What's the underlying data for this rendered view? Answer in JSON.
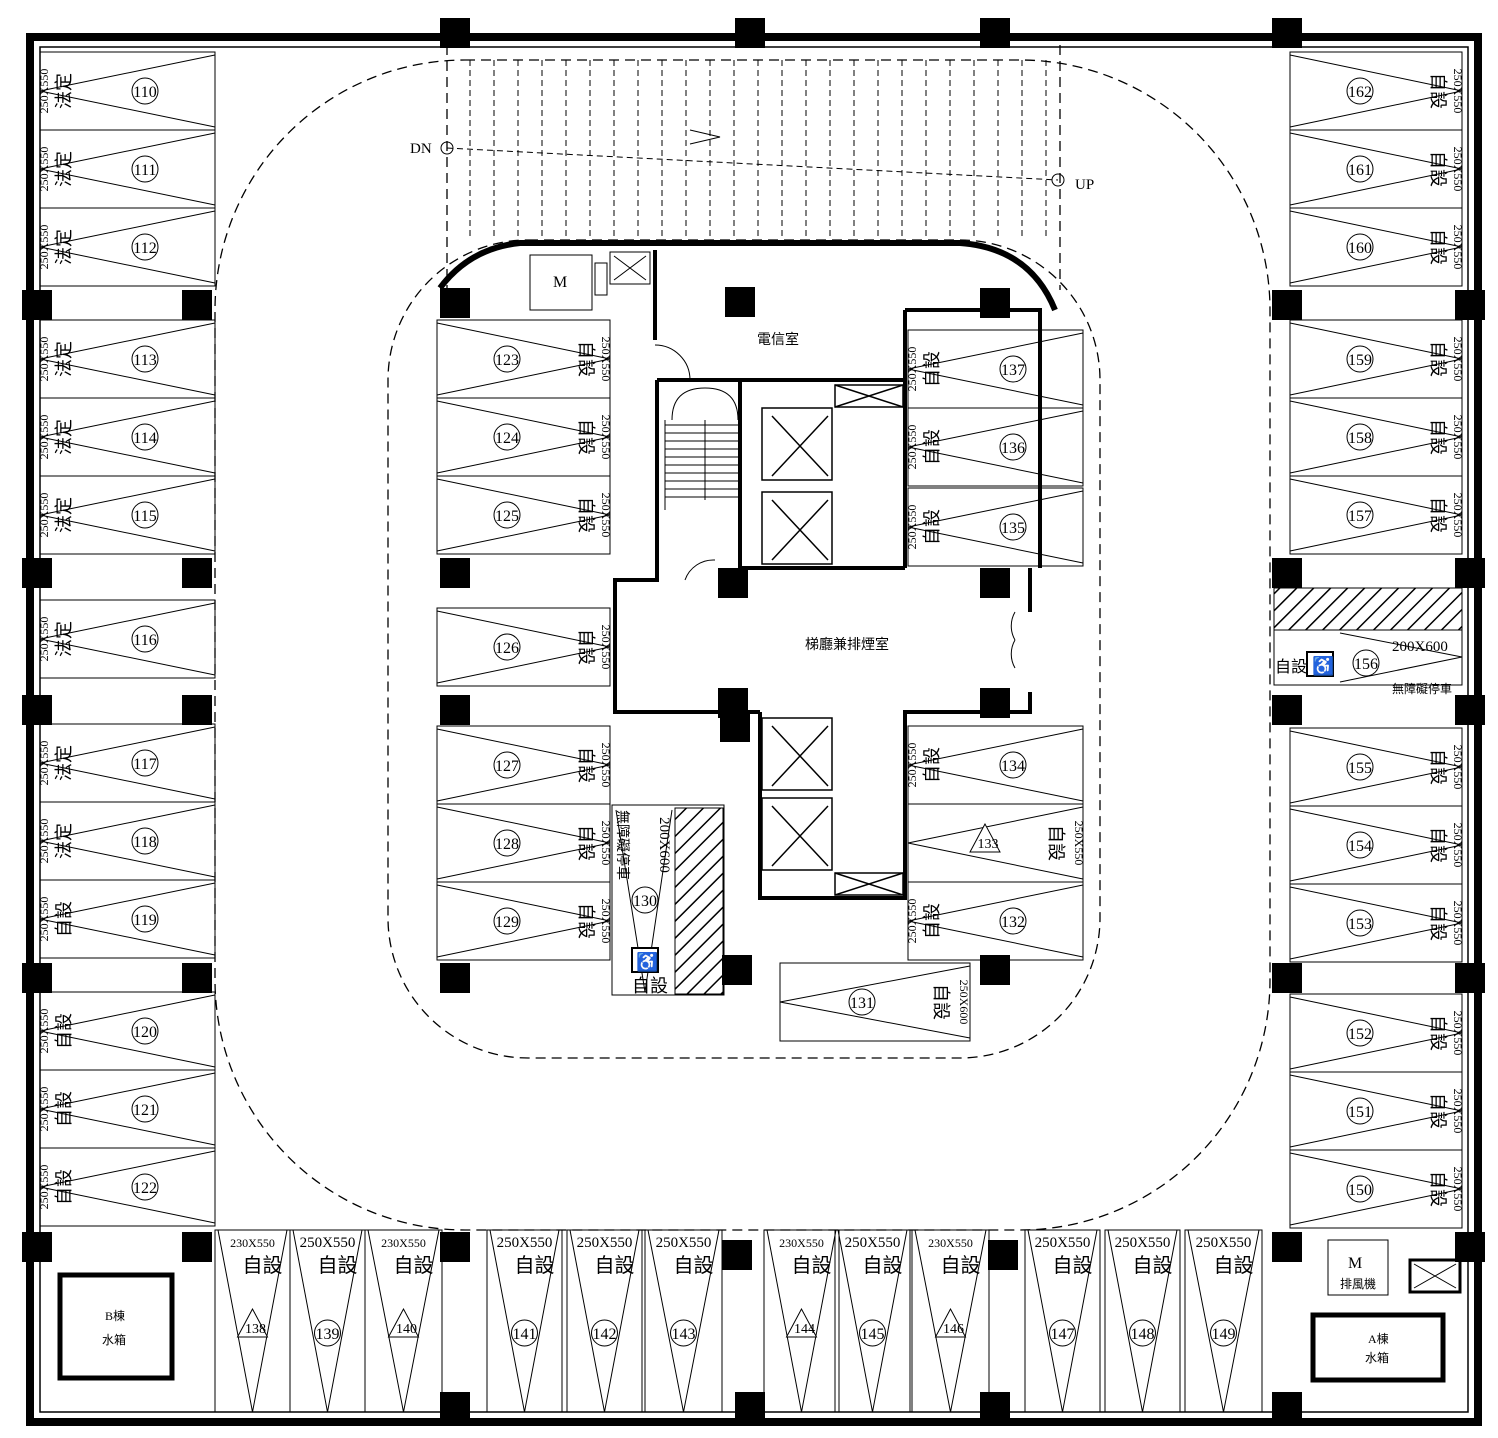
{
  "rooms": {
    "telecom": "電信室",
    "lobby": "梯廳兼排煙室",
    "motor": "M",
    "fan_motor": "M",
    "fan_label": "排風機",
    "tank_b": [
      "B棟",
      "水箱"
    ],
    "tank_a": [
      "A棟",
      "水箱"
    ]
  },
  "ramp": {
    "down": "DN",
    "up": "UP"
  },
  "accessible_label": "無障礙停車",
  "size_labels": {
    "std": "250X550",
    "small": "230X550",
    "large": "200X600",
    "large_alt": "250X600"
  },
  "type_labels": {
    "legal": "法定",
    "self": "自設"
  },
  "spaces": {
    "left": [
      {
        "no": "110",
        "type": "法定"
      },
      {
        "no": "111",
        "type": "法定"
      },
      {
        "no": "112",
        "type": "法定"
      },
      {
        "no": "113",
        "type": "法定"
      },
      {
        "no": "114",
        "type": "法定"
      },
      {
        "no": "115",
        "type": "法定"
      },
      {
        "no": "116",
        "type": "法定"
      },
      {
        "no": "117",
        "type": "法定"
      },
      {
        "no": "118",
        "type": "法定"
      },
      {
        "no": "119",
        "type": "自設"
      },
      {
        "no": "120",
        "type": "自設"
      },
      {
        "no": "121",
        "type": "自設"
      },
      {
        "no": "122",
        "type": "自設"
      }
    ],
    "inner_left": [
      {
        "no": "123",
        "type": "自設"
      },
      {
        "no": "124",
        "type": "自設"
      },
      {
        "no": "125",
        "type": "自設"
      },
      {
        "no": "126",
        "type": "自設"
      },
      {
        "no": "127",
        "type": "自設"
      },
      {
        "no": "128",
        "type": "自設"
      },
      {
        "no": "129",
        "type": "自設"
      }
    ],
    "accessible_130": {
      "no": "130",
      "type": "自設",
      "size": "200X600"
    },
    "space_131": {
      "no": "131",
      "type": "自設",
      "size": "250X600"
    },
    "inner_right": [
      {
        "no": "137",
        "type": "自設"
      },
      {
        "no": "136",
        "type": "自設"
      },
      {
        "no": "135",
        "type": "自設"
      },
      {
        "no": "134",
        "type": "自設"
      },
      {
        "no": "133",
        "type": "自設"
      },
      {
        "no": "132",
        "type": "自設"
      }
    ],
    "bottom": [
      {
        "no": "138",
        "type": "自設",
        "size": "230X550",
        "tri": true
      },
      {
        "no": "139",
        "type": "自設",
        "size": "250X550"
      },
      {
        "no": "140",
        "type": "自設",
        "size": "230X550",
        "tri": true
      },
      {
        "no": "141",
        "type": "自設",
        "size": "250X550"
      },
      {
        "no": "142",
        "type": "自設",
        "size": "250X550"
      },
      {
        "no": "143",
        "type": "自設",
        "size": "250X550"
      },
      {
        "no": "144",
        "type": "自設",
        "size": "230X550",
        "tri": true
      },
      {
        "no": "145",
        "type": "自設",
        "size": "250X550"
      },
      {
        "no": "146",
        "type": "自設",
        "size": "230X550",
        "tri": true
      },
      {
        "no": "147",
        "type": "自設",
        "size": "250X550"
      },
      {
        "no": "148",
        "type": "自設",
        "size": "250X550"
      },
      {
        "no": "149",
        "type": "自設",
        "size": "250X550"
      }
    ],
    "right": [
      {
        "no": "162",
        "type": "自設"
      },
      {
        "no": "161",
        "type": "自設"
      },
      {
        "no": "160",
        "type": "自設"
      },
      {
        "no": "159",
        "type": "自設"
      },
      {
        "no": "158",
        "type": "自設"
      },
      {
        "no": "157",
        "type": "自設"
      },
      {
        "no": "155",
        "type": "自設"
      },
      {
        "no": "154",
        "type": "自設"
      },
      {
        "no": "153",
        "type": "自設"
      },
      {
        "no": "152",
        "type": "自設"
      },
      {
        "no": "151",
        "type": "自設"
      },
      {
        "no": "150",
        "type": "自設"
      }
    ],
    "accessible_156": {
      "no": "156",
      "type": "自設",
      "size": "200X600"
    }
  }
}
